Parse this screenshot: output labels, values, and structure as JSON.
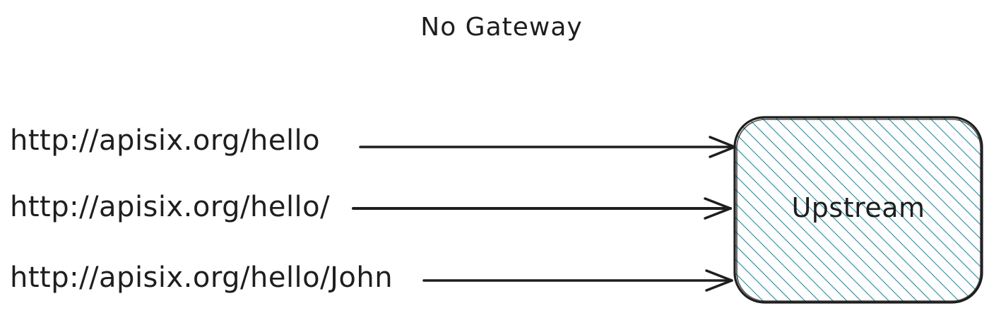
{
  "title": "No Gateway",
  "requests": [
    {
      "url": "http://apisix.org/hello"
    },
    {
      "url": "http://apisix.org/hello/"
    },
    {
      "url": "http://apisix.org/hello/John"
    }
  ],
  "upstream": {
    "label": "Upstream",
    "fill_color": "#1f8fa0",
    "stroke_color": "#1e1e1e"
  },
  "arrow_color": "#1e1e1e"
}
